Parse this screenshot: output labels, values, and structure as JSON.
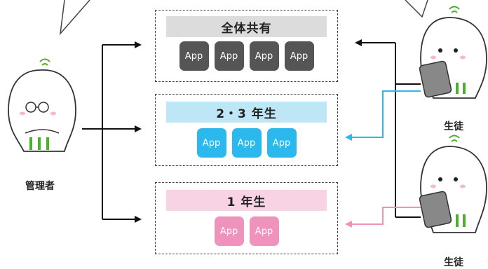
{
  "groups": [
    {
      "title": "全体共有",
      "apps": [
        "App",
        "App",
        "App",
        "App"
      ],
      "banner_color": "#dcdcdc",
      "app_color": "#555555"
    },
    {
      "title": "2・3 年生",
      "apps": [
        "App",
        "App",
        "App"
      ],
      "banner_color": "#bfe6f7",
      "app_color": "#2bb8ec"
    },
    {
      "title": "1 年生",
      "apps": [
        "App",
        "App"
      ],
      "banner_color": "#f8d3e4",
      "app_color": "#ef93bd"
    }
  ],
  "actors": {
    "admin_label": "管理者",
    "student_top_label": "生徒",
    "student_bottom_label": "生徒"
  },
  "colors": {
    "line_black": "#111111",
    "line_blue": "#2bb8ec",
    "line_pink": "#ef93bd",
    "char_green": "#4caf30"
  }
}
